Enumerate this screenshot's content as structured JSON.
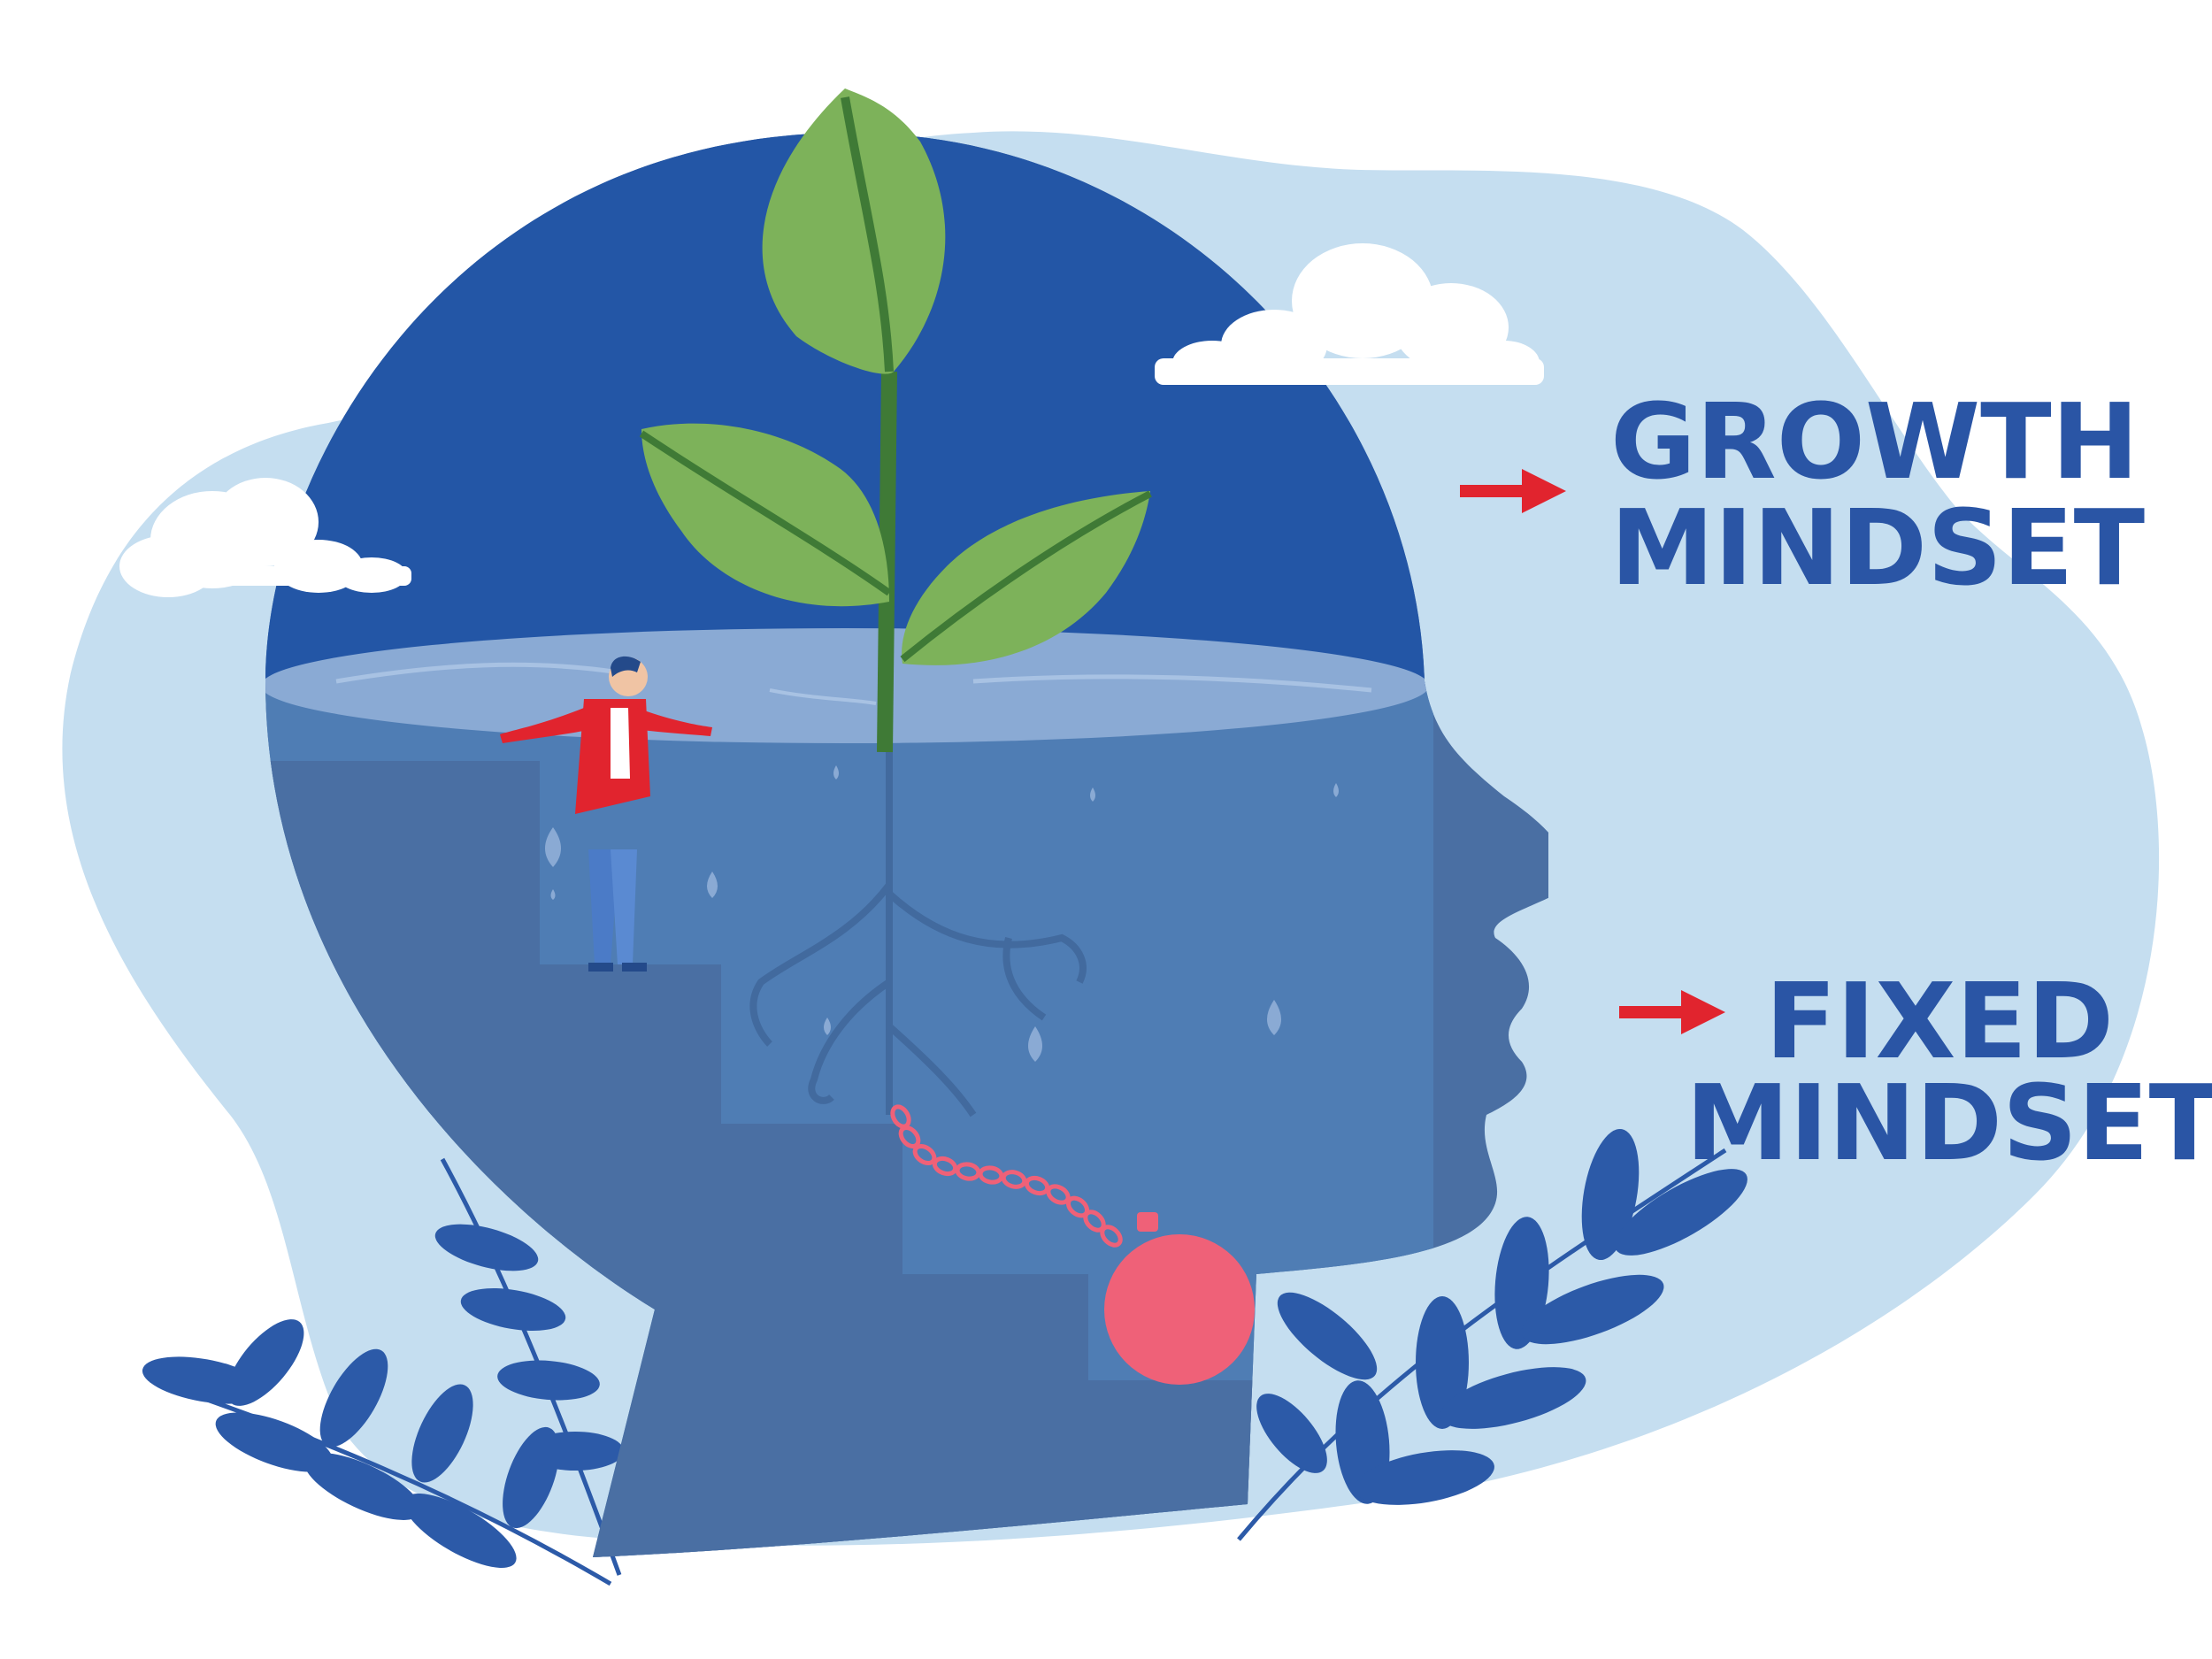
{
  "labels": {
    "growth": {
      "line1": "GROWTH",
      "line2": "MINDSET"
    },
    "fixed": {
      "line1": "FIXED",
      "line2": "MINDSET"
    }
  },
  "colors": {
    "background": "#ffffff",
    "blob": "#c5def0",
    "sky": "#2356a6",
    "head_underwater": "#4f7db4",
    "head_dark": "#4a6fa3",
    "water_surface": "#8aaad4",
    "leaf": "#7db25a",
    "leaf_vein": "#3f7a36",
    "weight_ball": "#ef6178",
    "arrow": "#e1242e",
    "text": "#2a55a5",
    "foliage": "#2c5aa8",
    "cloud": "#ffffff"
  },
  "icons": [
    "arrow-right-icon",
    "cloud-icon",
    "plant-sprout-icon",
    "person-icon",
    "ball-and-chain-icon",
    "head-silhouette-icon",
    "leaf-branch-icon"
  ]
}
